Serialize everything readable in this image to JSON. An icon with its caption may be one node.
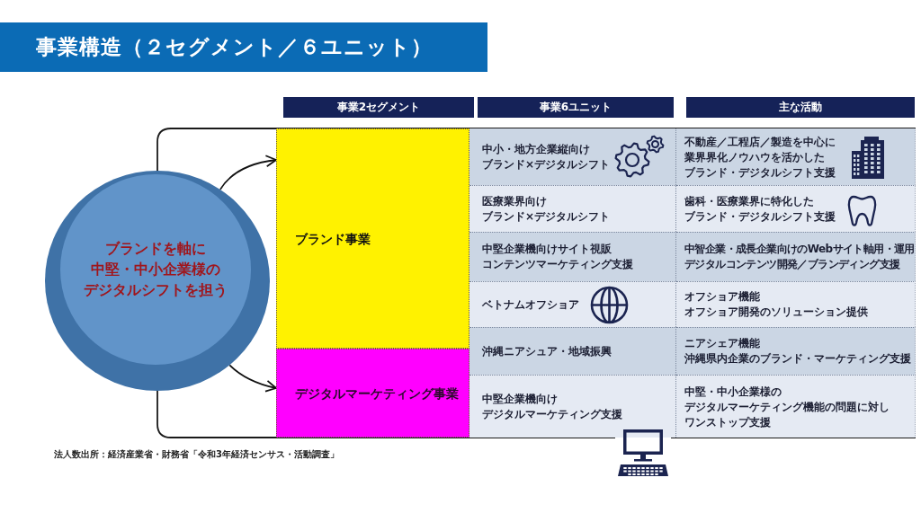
{
  "diagram": {
    "title": "事業構造（２セグメント／６ユニット）",
    "caption": "法人数出所：経済産業省・財務省「令和3年経済センサス・活動調査」",
    "nodes": [
      {
        "text": [
          "ブランドを軸に中堅・中小企業様のデジタルシフトを担う"
        ]
      },
      {
        "text": [
          "ブランド事業"
        ]
      },
      {
        "text": [
          "デジタルマーケティング事業"
        ]
      }
    ],
    "edges": [
      {
        "from": 0,
        "to": 1,
        "arrow": "to"
      },
      {
        "from": 0,
        "to": 2,
        "arrow": "to"
      }
    ],
    "labels": [
      "事業2セグメント",
      "事業6ユニット",
      "主な活動",
      "中小・地方企業縦向けブランド×デジタルシフト",
      "不動産／工程店／製造を中心に業界界化ノウハウを活かしたブランド・デジタルシフト支援",
      "医療業界向けブランド×デジタルシフト",
      "歯科・医療業界に特化したブランド・デジタルシフト支援",
      "中堅企業機向けサイト視販コンテンツマーケティング支援",
      "中智企業・成長企業向けのWebサイト軸用・運用デジタルコンテンツ開発／ブランディング支援",
      "ベトナムオフショア",
      "オフショア機能オフショア開発のソリューション提供",
      "沖縄ニアシュア・地域振興",
      "ニアシェア機能沖縄県内企業のブランド・マーケティング支援",
      "中堅企業機向けデジタルマーケティング支援",
      "中堅・中小企業様のデジタルマーケティング機能の問題に対しワンストップ支援"
    ]
  }
}
